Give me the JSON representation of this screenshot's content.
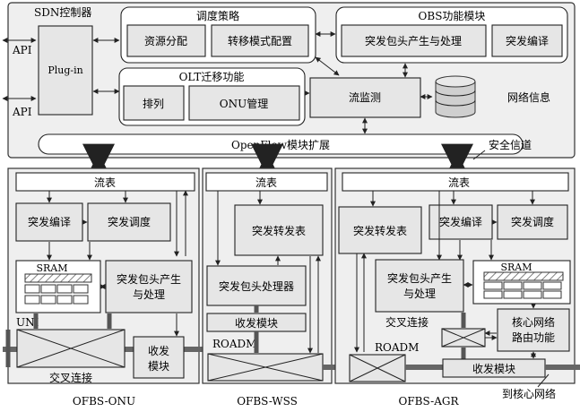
{
  "controller": {
    "title": "SDN控制器",
    "api_top": "API",
    "api_bottom": "API",
    "plugin": "Plug-in",
    "schedule": {
      "title": "调度策略",
      "items": [
        "资源分配",
        "转移模式配置"
      ]
    },
    "obs": {
      "title": "OBS功能模块",
      "items": [
        "突发包头产生与处理",
        "突发编译"
      ]
    },
    "olt": {
      "title": "OLT迁移功能",
      "items": [
        "排列",
        "ONU管理"
      ]
    },
    "flow_monitor": "流监测",
    "network_info": "网络信息",
    "openflow": "OpenFlow模块扩展",
    "secure_channel": "安全信道"
  },
  "onu": {
    "flow_table": "流表",
    "burst_compile": "突发编译",
    "burst_schedule": "突发调度",
    "sram": "SRAM",
    "header_proc_l1": "突发包头产生",
    "header_proc_l2": "与处理",
    "uni": "UNI",
    "cross": "交叉连接",
    "trx_l1": "收发",
    "trx_l2": "模块",
    "name": "OFBS-ONU"
  },
  "wss": {
    "flow_table": "流表",
    "burst_forward": "突发转发表",
    "header_processor": "突发包头处理器",
    "trx": "收发模块",
    "roadm": "ROADM",
    "name": "OFBS-WSS"
  },
  "agr": {
    "flow_table": "流表",
    "burst_forward": "突发转发表",
    "burst_compile": "突发编译",
    "burst_schedule": "突发调度",
    "sram": "SRAM",
    "header_proc_l1": "突发包头产生",
    "header_proc_l2": "与处理",
    "cross": "交叉连接",
    "core_l1": "核心网络",
    "core_l2": "路由功能",
    "roadm": "ROADM",
    "trx": "收发模块",
    "to_core": "到核心网络",
    "name": "OFBS-AGR"
  }
}
